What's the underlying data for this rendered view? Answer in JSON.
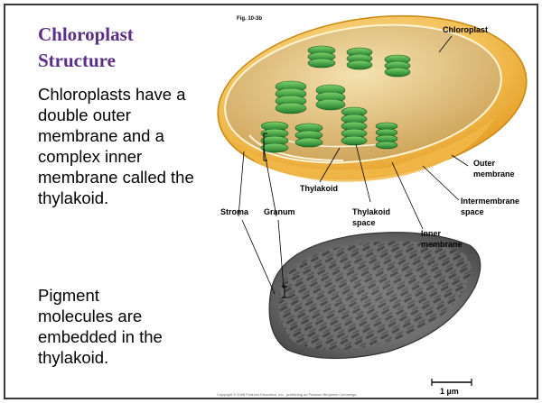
{
  "slide": {
    "title_line1": "Chloroplast",
    "title_line2": "Structure",
    "paragraph1": "Chloroplasts have a double outer membrane and a complex inner membrane called the thylakoid.",
    "paragraph2": "Pigment molecules are embedded in the thylakoid."
  },
  "figure": {
    "tag": "Fig. 10-3b",
    "labels": {
      "chloroplast": "Chloroplast",
      "outer_membrane_1": "Outer",
      "outer_membrane_2": "membrane",
      "intermembrane_1": "Intermembrane",
      "intermembrane_2": "space",
      "inner_membrane_1": "Inner",
      "inner_membrane_2": "membrane",
      "thylakoid": "Thylakoid",
      "thylakoid_space_1": "Thylakoid",
      "thylakoid_space_2": "space",
      "stroma": "Stroma",
      "granum": "Granum"
    },
    "scale_bar": "1 µm",
    "copyright": "Copyright © 2008 Pearson Education, Inc., publishing as Pearson Benjamin Cummings.",
    "colors": {
      "title": "#5b2f86",
      "membrane_outer": "#f0a830",
      "stroma_fill": "#d9b36a",
      "thylakoid_green": "#2f9a3a",
      "micrograph": "#7a7a7a"
    }
  }
}
